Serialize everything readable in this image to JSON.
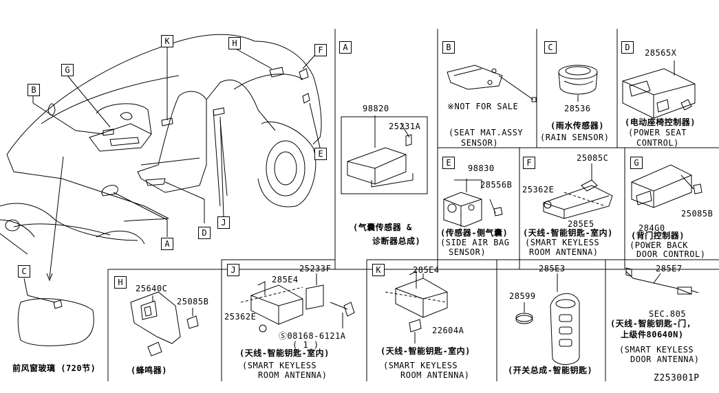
{
  "diagram_code": "Z253001P",
  "letters": [
    "A",
    "B",
    "C",
    "D",
    "E",
    "F",
    "G",
    "H",
    "J",
    "K"
  ],
  "panels": {
    "A": {
      "part_main": "98820",
      "part_sub": "25231A",
      "caption_cn_1": "(气囊传感器 &",
      "caption_cn_2": "诊断器总成)"
    },
    "B": {
      "note": "※NOT FOR SALE",
      "caption_1": "(SEAT MAT.ASSY",
      "caption_2": "SENSOR)"
    },
    "C": {
      "part": "28536",
      "caption_cn": "(雨水传感器)",
      "caption": "(RAIN SENSOR)"
    },
    "D": {
      "part": "28565X",
      "caption_cn": "(电动座椅控制器)",
      "caption_1": "(POWER SEAT",
      "caption_2": "CONTROL)"
    },
    "E": {
      "part_main": "98830",
      "part_sub": "28556B",
      "caption_cn": "(传感器-侧气囊)",
      "caption_1": "(SIDE AIR BAG",
      "caption_2": "SENSOR)"
    },
    "F": {
      "part_a": "25085C",
      "part_b": "25362E",
      "part_c": "285E5",
      "caption_cn": "(天线-智能钥匙-室内)",
      "caption_1": "(SMART KEYLESS",
      "caption_2": "ROOM ANTENNA)"
    },
    "G": {
      "part_a": "284G0",
      "part_b": "25085B",
      "caption_cn": "(背门控制器)",
      "caption_1": "(POWER BACK",
      "caption_2": "DOOR CONTROL)"
    },
    "C2": {
      "caption_cn": "前风窗玻璃 (720节)"
    },
    "H": {
      "part_a": "25640C",
      "part_b": "25085B",
      "caption_cn": "(蜂鸣器)"
    },
    "J": {
      "part_a": "25233F",
      "part_b": "285E4",
      "part_c": "25362E",
      "part_d": "Ⓢ08168-6121A",
      "part_d_qty": "( 1 )",
      "caption_cn": "(天线-智能钥匙-室内)",
      "caption_1": "(SMART KEYLESS",
      "caption_2": "ROOM ANTENNA)"
    },
    "K": {
      "part_a": "285E4",
      "part_b": "22604A",
      "caption_cn": "(天线-智能钥匙-室内)",
      "caption_1": "(SMART KEYLESS",
      "caption_2": "ROOM ANTENNA)"
    },
    "KEY": {
      "part_a": "285E3",
      "part_b": "28599",
      "caption_cn": "(开关总成-智能钥匙)"
    },
    "DOOR": {
      "part_a": "285E7",
      "sec_1": "SEC.805",
      "sec_2": "(天线-智能钥匙-门,",
      "sec_3": "上级件80640N)",
      "caption_1": "(SMART KEYLESS",
      "caption_2": "DOOR ANTENNA)"
    }
  }
}
